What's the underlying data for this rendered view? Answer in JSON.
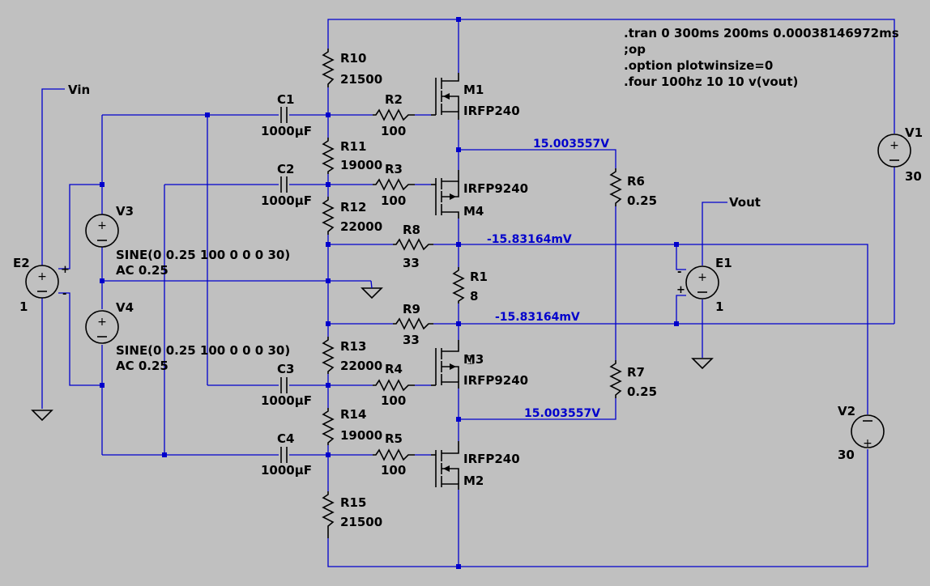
{
  "directives": [
    ".tran 0 300ms 200ms 0.00038146972ms",
    ";op",
    ".option plotwinsize=0",
    ".four 100hz 10 10 v(vout)"
  ],
  "nets": {
    "vin": "Vin",
    "vout": "Vout"
  },
  "resistors": {
    "R10": {
      "name": "R10",
      "value": "21500"
    },
    "R11": {
      "name": "R11",
      "value": "19000"
    },
    "R12": {
      "name": "R12",
      "value": "22000"
    },
    "R13": {
      "name": "R13",
      "value": "22000"
    },
    "R14": {
      "name": "R14",
      "value": "19000"
    },
    "R15": {
      "name": "R15",
      "value": "21500"
    },
    "R2": {
      "name": "R2",
      "value": "100"
    },
    "R3": {
      "name": "R3",
      "value": "100"
    },
    "R4": {
      "name": "R4",
      "value": "100"
    },
    "R5": {
      "name": "R5",
      "value": "100"
    },
    "R8": {
      "name": "R8",
      "value": "33"
    },
    "R9": {
      "name": "R9",
      "value": "33"
    },
    "R1": {
      "name": "R1",
      "value": "8"
    },
    "R6": {
      "name": "R6",
      "value": "0.25"
    },
    "R7": {
      "name": "R7",
      "value": "0.25"
    }
  },
  "capacitors": {
    "C1": {
      "name": "C1",
      "value": "1000µF"
    },
    "C2": {
      "name": "C2",
      "value": "1000µF"
    },
    "C3": {
      "name": "C3",
      "value": "1000µF"
    },
    "C4": {
      "name": "C4",
      "value": "1000µF"
    }
  },
  "mosfets": {
    "M1": {
      "name": "M1",
      "model": "IRFP240"
    },
    "M4": {
      "name": "M4",
      "model": "IRFP9240"
    },
    "M3": {
      "name": "M3",
      "model": "IRFP9240"
    },
    "M2": {
      "name": "M2",
      "model": "IRFP240"
    }
  },
  "sources": {
    "V1": {
      "name": "V1",
      "value": "30"
    },
    "V2": {
      "name": "V2",
      "value": "30"
    },
    "V3": {
      "name": "V3",
      "value": "SINE(0 0.25 100 0 0 0 30)",
      "ac": "AC 0.25"
    },
    "V4": {
      "name": "V4",
      "value": "SINE(0 0.25 100 0 0 0 30)",
      "ac": "AC 0.25"
    },
    "E1": {
      "name": "E1",
      "gain": "1"
    },
    "E2": {
      "name": "E2",
      "gain": "1"
    }
  },
  "voltages": {
    "upper_source": "15.003557V",
    "m4_source": "-15.83164mV",
    "m3_source": "-15.83164mV",
    "lower_source": "15.003557V"
  },
  "colors": {
    "background": "#c0c0c0",
    "wire": "#0000cc",
    "component": "#000000",
    "voltage_label": "#0000cc"
  }
}
